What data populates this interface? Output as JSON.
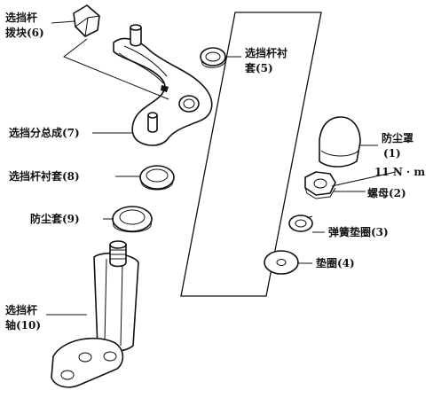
{
  "labels": {
    "shift_lever_block_line1": "选挡杆",
    "shift_lever_block_line2": "拨块(6)",
    "lever_bushing_a_line1": "选挡杆衬",
    "lever_bushing_a_line2": "套(5)",
    "shift_assembly": "选挡分总成(7)",
    "dust_cover_cap_line1": "防尘罩",
    "dust_cover_cap_line2": "(1)",
    "torque_spec": "11 N · m",
    "nut": "螺母(2)",
    "lever_bushing_b": "选挡杆衬套(8)",
    "dust_boot": "防尘套(9)",
    "spring_washer": "弹簧垫圈(3)",
    "washer": "垫圈(4)",
    "shift_lever_shaft_line1": "选挡杆",
    "shift_lever_shaft_line2": "轴(10)"
  }
}
